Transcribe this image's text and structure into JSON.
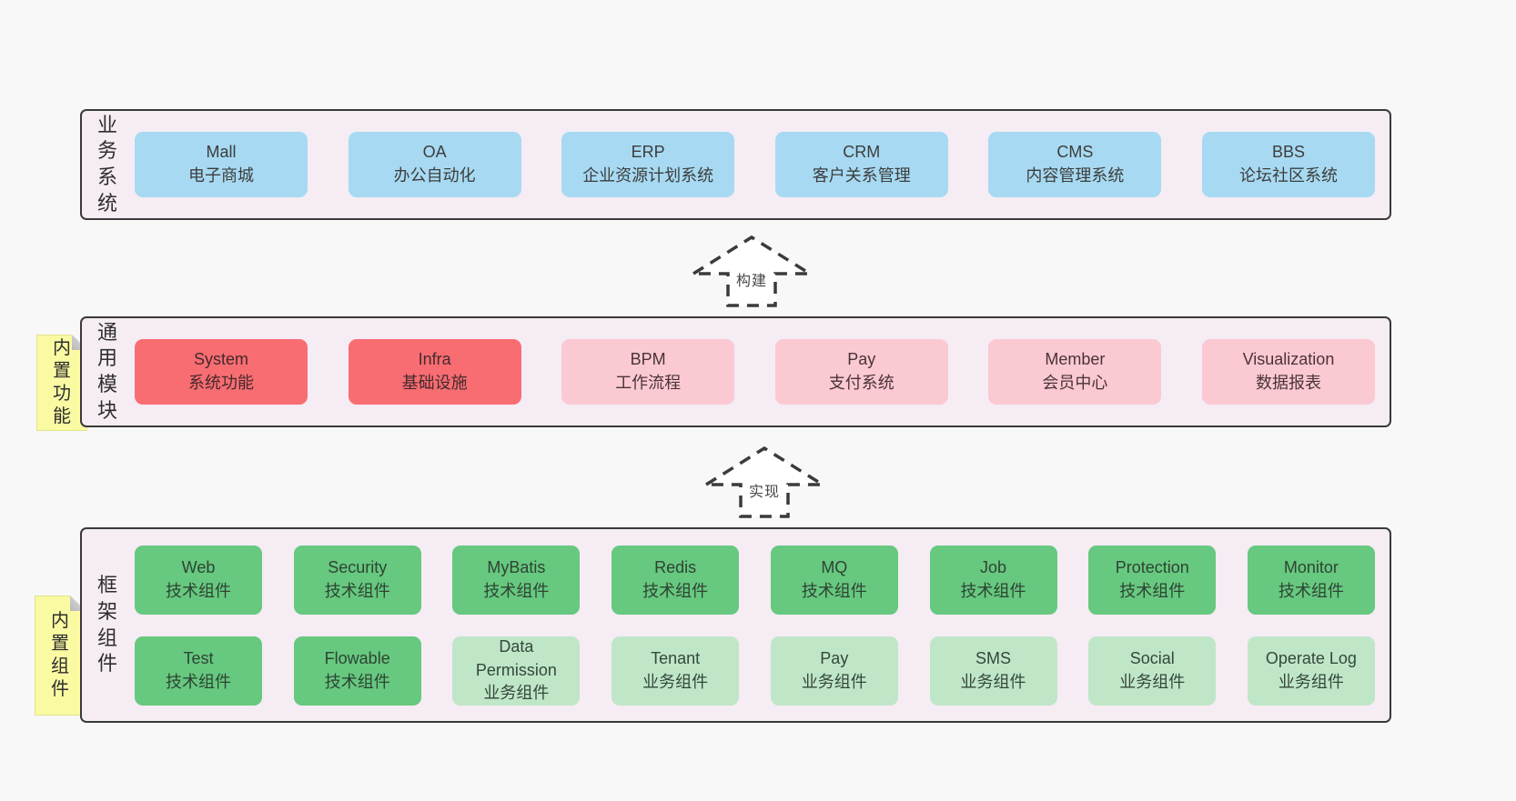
{
  "colors": {
    "page_bg": "#f8f8f8",
    "layer_bg": "#f5ecf4",
    "layer_border": "#3a3a3a",
    "blue": "#a7daf2",
    "red": "#f76d72",
    "pink": "#fbc9d2",
    "green": "#67c87f",
    "lightgreen": "#c0e6c8",
    "sticky_yellow": "#fafaa3"
  },
  "layers": [
    {
      "id": "business",
      "label": "业务系统",
      "boxes": [
        {
          "title": "Mall",
          "subtitle": "电子商城",
          "variant": "blue"
        },
        {
          "title": "OA",
          "subtitle": "办公自动化",
          "variant": "blue"
        },
        {
          "title": "ERP",
          "subtitle": "企业资源计划系统",
          "variant": "blue"
        },
        {
          "title": "CRM",
          "subtitle": "客户关系管理",
          "variant": "blue"
        },
        {
          "title": "CMS",
          "subtitle": "内容管理系统",
          "variant": "blue"
        },
        {
          "title": "BBS",
          "subtitle": "论坛社区系统",
          "variant": "blue"
        }
      ]
    },
    {
      "id": "common",
      "label": "通用模块",
      "sticky": "内置功能",
      "boxes": [
        {
          "title": "System",
          "subtitle": "系统功能",
          "variant": "red"
        },
        {
          "title": "Infra",
          "subtitle": "基础设施",
          "variant": "red"
        },
        {
          "title": "BPM",
          "subtitle": "工作流程",
          "variant": "pink"
        },
        {
          "title": "Pay",
          "subtitle": "支付系统",
          "variant": "pink"
        },
        {
          "title": "Member",
          "subtitle": "会员中心",
          "variant": "pink"
        },
        {
          "title": "Visualization",
          "subtitle": "数据报表",
          "variant": "pink"
        }
      ]
    },
    {
      "id": "framework",
      "label": "框架组件",
      "sticky": "内置组件",
      "rows": [
        [
          {
            "title": "Web",
            "subtitle": "技术组件",
            "variant": "green"
          },
          {
            "title": "Security",
            "subtitle": "技术组件",
            "variant": "green"
          },
          {
            "title": "MyBatis",
            "subtitle": "技术组件",
            "variant": "green"
          },
          {
            "title": "Redis",
            "subtitle": "技术组件",
            "variant": "green"
          },
          {
            "title": "MQ",
            "subtitle": "技术组件",
            "variant": "green"
          },
          {
            "title": "Job",
            "subtitle": "技术组件",
            "variant": "green"
          },
          {
            "title": "Protection",
            "subtitle": "技术组件",
            "variant": "green"
          },
          {
            "title": "Monitor",
            "subtitle": "技术组件",
            "variant": "green"
          }
        ],
        [
          {
            "title": "Test",
            "subtitle": "技术组件",
            "variant": "green"
          },
          {
            "title": "Flowable",
            "subtitle": "技术组件",
            "variant": "green"
          },
          {
            "title": "Data Permission",
            "subtitle": "业务组件",
            "variant": "lightgreen"
          },
          {
            "title": "Tenant",
            "subtitle": "业务组件",
            "variant": "lightgreen"
          },
          {
            "title": "Pay",
            "subtitle": "业务组件",
            "variant": "lightgreen"
          },
          {
            "title": "SMS",
            "subtitle": "业务组件",
            "variant": "lightgreen"
          },
          {
            "title": "Social",
            "subtitle": "业务组件",
            "variant": "lightgreen"
          },
          {
            "title": "Operate Log",
            "subtitle": "业务组件",
            "variant": "lightgreen"
          }
        ]
      ]
    }
  ],
  "arrows": [
    {
      "label": "构建"
    },
    {
      "label": "实现"
    }
  ]
}
